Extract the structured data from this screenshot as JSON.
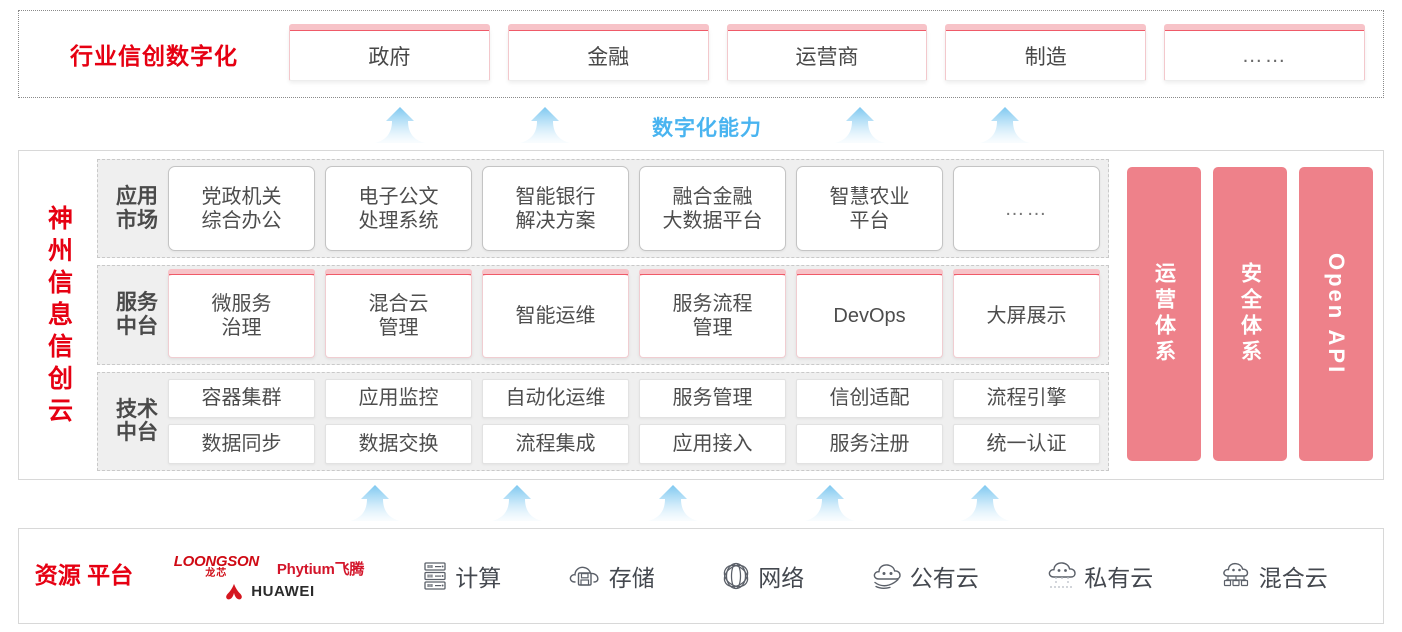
{
  "colors": {
    "brand_red": "#e60012",
    "pink_panel": "#ee818a",
    "pink_accent": "#ef5a68",
    "arrow_blue": "#49b4f0",
    "layer_bg": "#efefef",
    "text_dark": "#4a4a4a"
  },
  "industry": {
    "title": "行业信创数字化",
    "boxes": [
      {
        "label": "政府"
      },
      {
        "label": "金融"
      },
      {
        "label": "运营商"
      },
      {
        "label": "制造"
      },
      {
        "label": "……"
      }
    ]
  },
  "capability": {
    "label": "数字化能力",
    "top_arrow_count": 4,
    "bottom_arrow_count": 5
  },
  "cloud": {
    "title": "神州信息信创云",
    "layers": [
      {
        "label": "应用\n市场",
        "style": "app",
        "cells": [
          "党政机关\n综合办公",
          "电子公文\n处理系统",
          "智能银行\n解决方案",
          "融合金融\n大数据平台",
          "智慧农业\n平台",
          "……"
        ]
      },
      {
        "label": "服务\n中台",
        "style": "svc",
        "cells": [
          "微服务\n治理",
          "混合云\n管理",
          "智能运维",
          "服务流程\n管理",
          "DevOps",
          "大屏展示"
        ]
      },
      {
        "label": "技术\n中台",
        "style": "tech",
        "rows": [
          [
            "容器集群",
            "应用监控",
            "自动化运维",
            "服务管理",
            "信创适配",
            "流程引擎"
          ],
          [
            "数据同步",
            "数据交换",
            "流程集成",
            "应用接入",
            "服务注册",
            "统一认证"
          ]
        ]
      }
    ],
    "pillars": [
      {
        "label": "运营体系",
        "latin": false
      },
      {
        "label": "安全体系",
        "latin": false
      },
      {
        "label": "Open API",
        "latin": true
      }
    ]
  },
  "resource": {
    "title": "资源\n平台",
    "vendors": [
      {
        "name": "LOONGSON",
        "sub": "龙芯",
        "icon": "loongson-logo"
      },
      {
        "name": "Phytium飞腾",
        "icon": "phytium-logo"
      },
      {
        "name": "HUAWEI",
        "icon": "huawei-logo"
      }
    ],
    "items": [
      {
        "label": "计算",
        "icon": "server-rack-icon"
      },
      {
        "label": "存储",
        "icon": "cloud-disk-icon"
      },
      {
        "label": "网络",
        "icon": "network-globe-icon"
      },
      {
        "label": "公有云",
        "icon": "public-cloud-icon"
      },
      {
        "label": "私有云",
        "icon": "private-cloud-icon"
      },
      {
        "label": "混合云",
        "icon": "hybrid-cloud-icon"
      }
    ]
  }
}
